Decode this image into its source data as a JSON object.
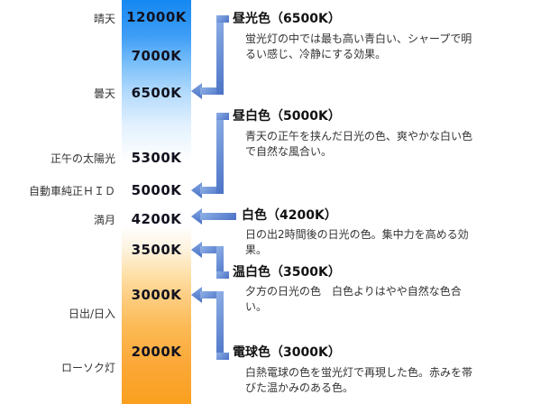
{
  "colors": {
    "bar_top_blue": "#1488f2",
    "bar_bottom_orange": "#faa01e",
    "arrow_blue": "#4a72c6",
    "kelvin_text": "#12121f",
    "label_text": "#333333",
    "title_text": "#111111"
  },
  "left_labels": [
    {
      "text": "晴天"
    },
    {
      "text": "曇天"
    },
    {
      "text": "正午の太陽光"
    },
    {
      "text": "自動車純正ＨＩＤ"
    },
    {
      "text": "満月"
    },
    {
      "text": "日出/日入"
    },
    {
      "text": "ローソク灯"
    }
  ],
  "scale_bar": {
    "ticks": [
      {
        "label": "12000K"
      },
      {
        "label": "7000K"
      },
      {
        "label": "6500K"
      },
      {
        "label": "5300K"
      },
      {
        "label": "5000K"
      },
      {
        "label": "4200K"
      },
      {
        "label": "3500K"
      },
      {
        "label": "3000K"
      },
      {
        "label": "2000K"
      }
    ]
  },
  "annotations": [
    {
      "title": "昼光色（6500K）",
      "description": "蛍光灯の中では最も高い青白い、シャープで明るい感じ、冷静にする効果。"
    },
    {
      "title": "昼白色（5000K）",
      "description": "青天の正午を挟んだ日光の色、爽やかな白い色で自然な風合い。"
    },
    {
      "title": "白色（4200K）",
      "description": "日の出2時間後の日光の色。集中力を高める効果。"
    },
    {
      "title": "温白色（3500K）",
      "description": "夕方の日光の色　白色よりはやや自然な色合い。"
    },
    {
      "title": "電球色（3000K）",
      "description": "白熱電球の色を蛍光灯で再現した色。赤みを帯びた温かみのある色。"
    }
  ]
}
